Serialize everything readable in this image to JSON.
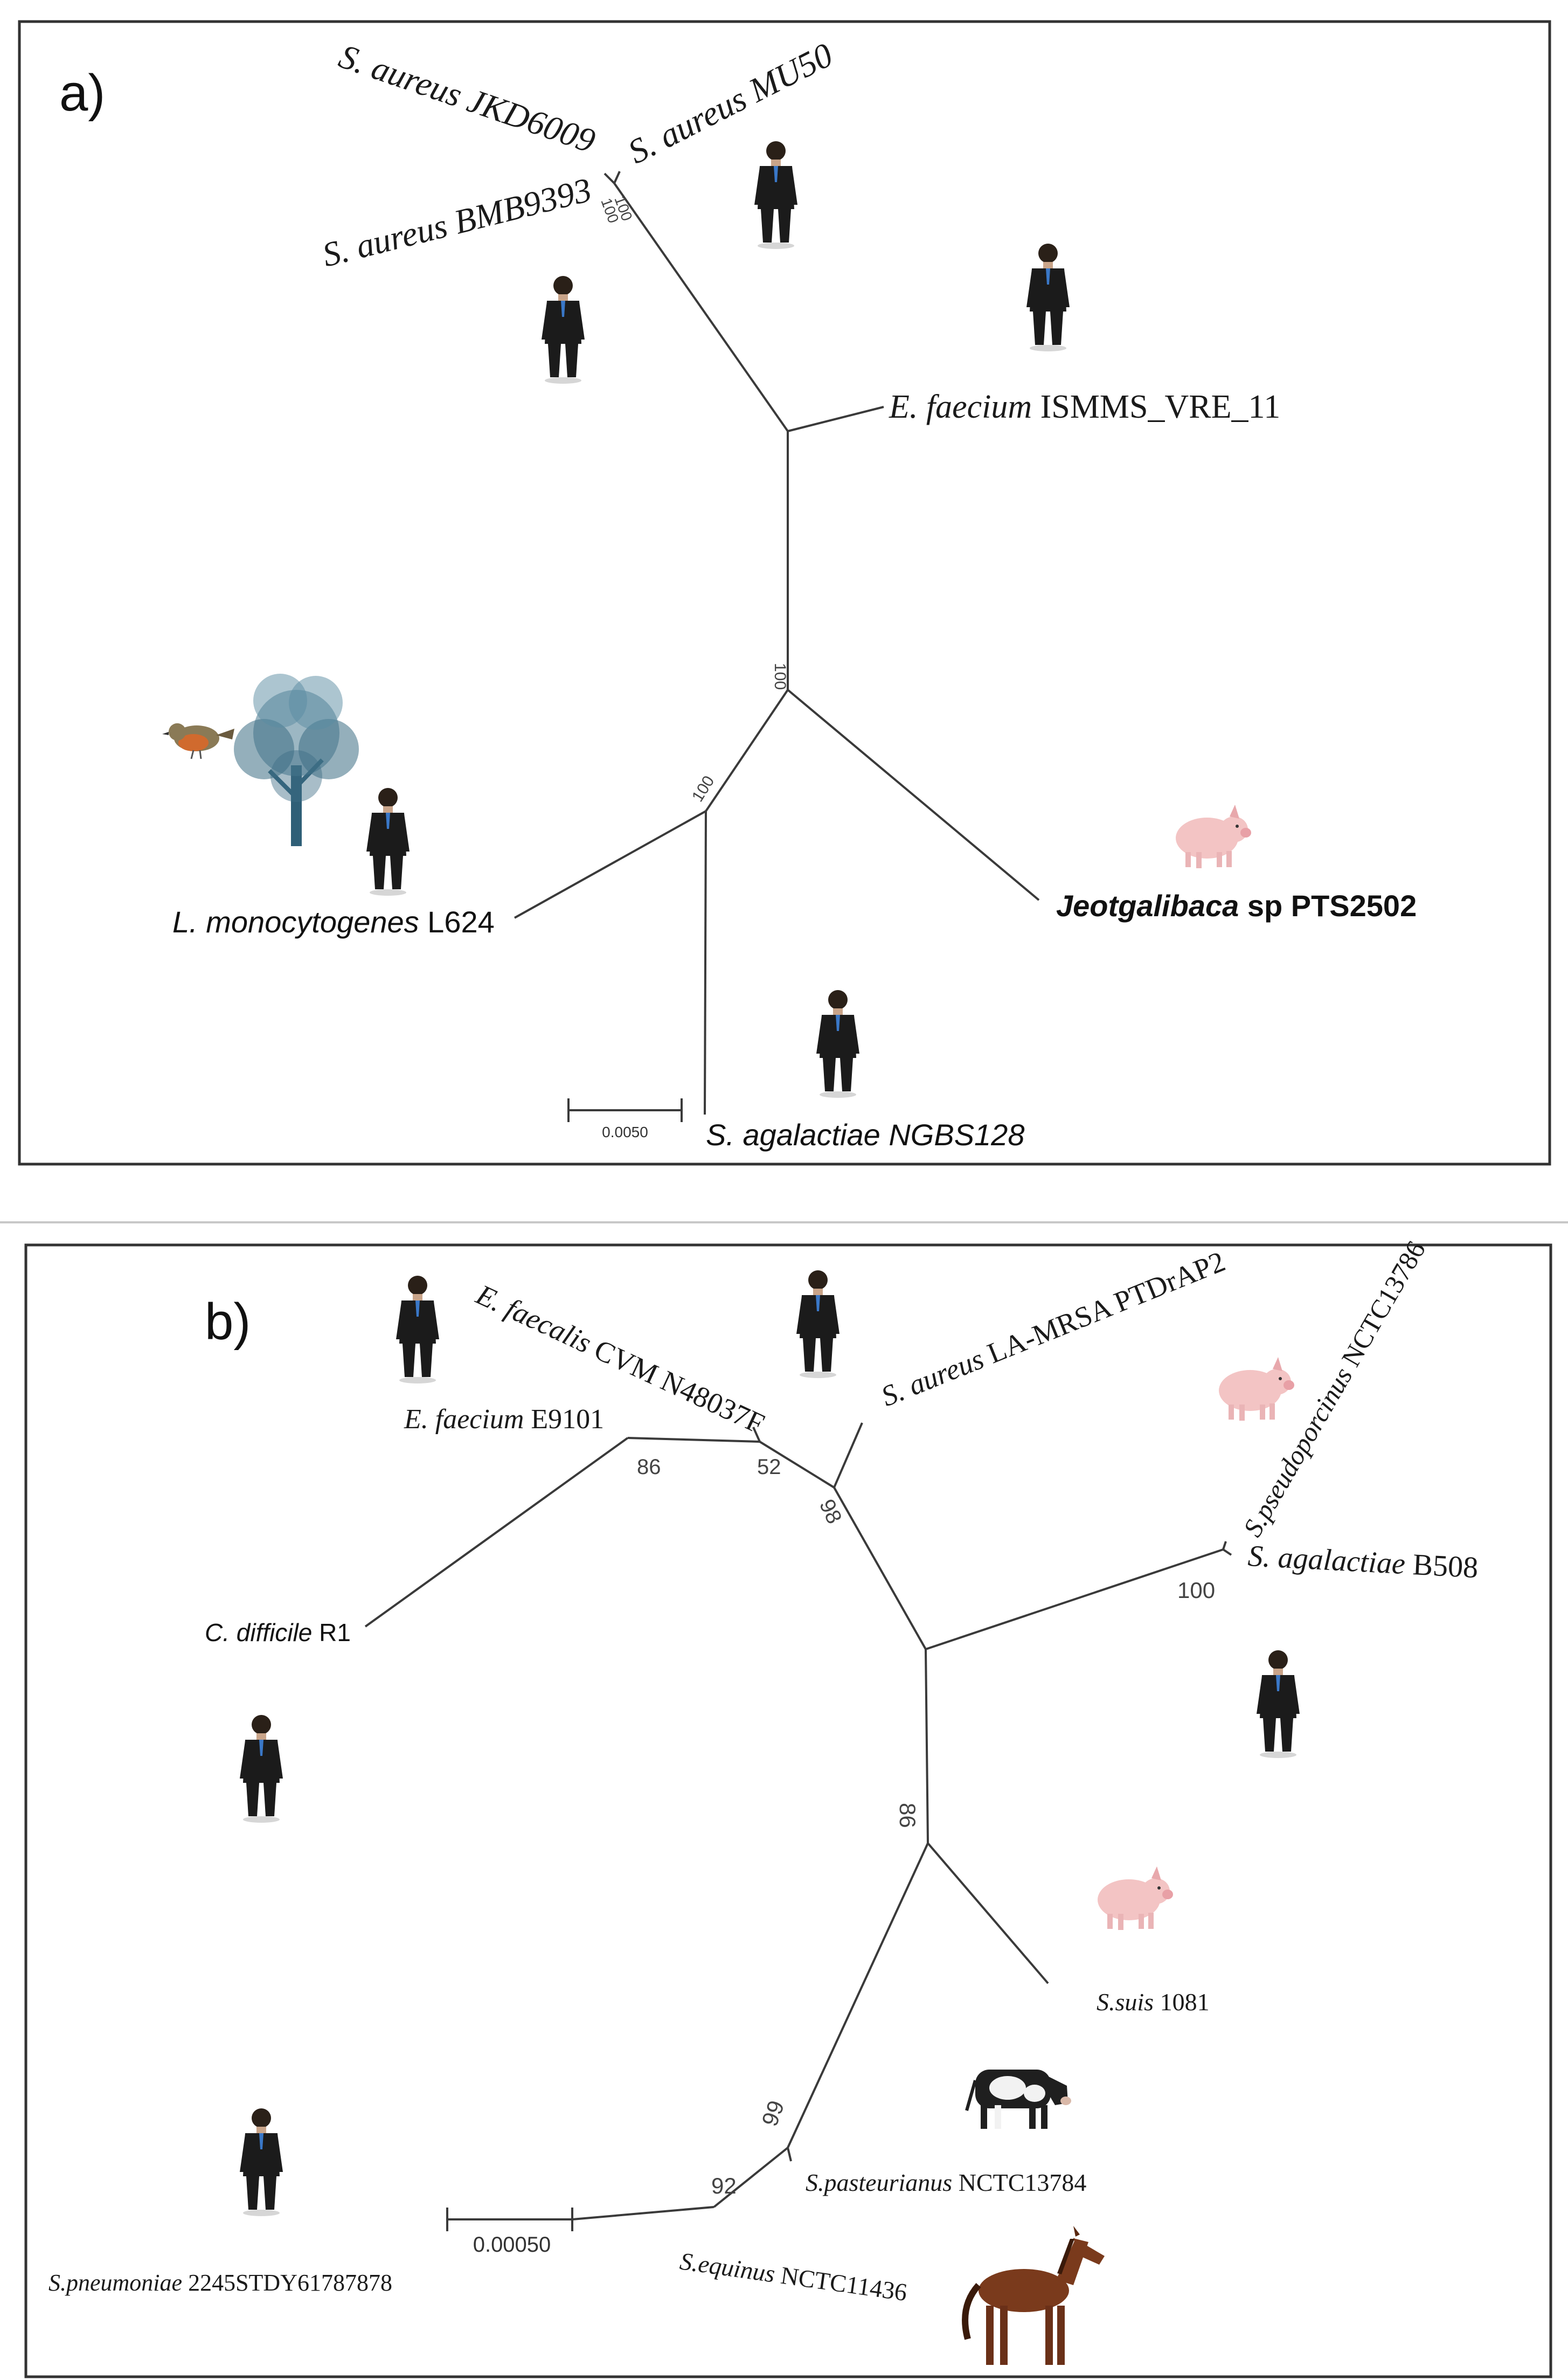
{
  "panel_a": {
    "label": "a)",
    "taxa": {
      "jkd6009": {
        "italic": "S. aureus JKD6009",
        "rest": ""
      },
      "mu50": {
        "italic": "S. aureus MU50",
        "rest": ""
      },
      "bmb9393": {
        "italic": "S. aureus BMB9393",
        "rest": ""
      },
      "efaecium": {
        "italic": "E. faecium",
        "rest": " ISMMS_VRE_11"
      },
      "listeria": {
        "italic": "L. monocytogenes",
        "rest": " L624"
      },
      "jeot": {
        "italic": "Jeotgalibaca",
        "rest": " sp PTS2502"
      },
      "agalac": {
        "italic": "S. agalactiae NGBS128",
        "rest": ""
      }
    },
    "bootstrap": {
      "b1": "100",
      "b2": "100",
      "b3": "100",
      "b4": "100"
    },
    "scale": "0.0050"
  },
  "panel_b": {
    "label": "b)",
    "taxa": {
      "efaecalis": {
        "italic": "E. faecalis",
        "rest": " CVM N48037F"
      },
      "saureus": {
        "italic": "S. aureus",
        "rest": " LA-MRSA PTDrAP2"
      },
      "efaecium": {
        "italic": "E. faecium",
        "rest": " E9101"
      },
      "spseudo": {
        "italic": "S.pseudoporcinus",
        "rest": " NCTC13786"
      },
      "sagalac": {
        "italic": "S. agalactiae",
        "rest": " B508"
      },
      "cdiff": {
        "italic": "C. difficile",
        "rest": " R1"
      },
      "ssuis": {
        "italic": "S.suis",
        "rest": " 1081"
      },
      "spast": {
        "italic": "S.pasteurianus",
        "rest": " NCTC13784"
      },
      "sequinus": {
        "italic": "S.equinus",
        "rest": " NCTC11436"
      },
      "spneumo": {
        "italic": "S.pneumoniae",
        "rest": " 2245STDY61787878"
      }
    },
    "bootstrap": {
      "b86a": "86",
      "b52": "52",
      "b98": "98",
      "b100": "100",
      "b86b": "86",
      "b99": "99",
      "b92": "92"
    },
    "scale": "0.00050"
  },
  "icons": {
    "human": "human-host-icon",
    "pig": "pig-host-icon",
    "bird": "bird-host-icon",
    "tree": "tree-environment-icon",
    "cow": "cow-host-icon",
    "horse": "horse-host-icon"
  },
  "colors": {
    "line": "#3a3a3a",
    "suit": "#1b1b1b",
    "pig": "#f3c4c4",
    "horse": "#7a3a1c",
    "tree": "#2f5f77",
    "bird": "#c0602a"
  }
}
